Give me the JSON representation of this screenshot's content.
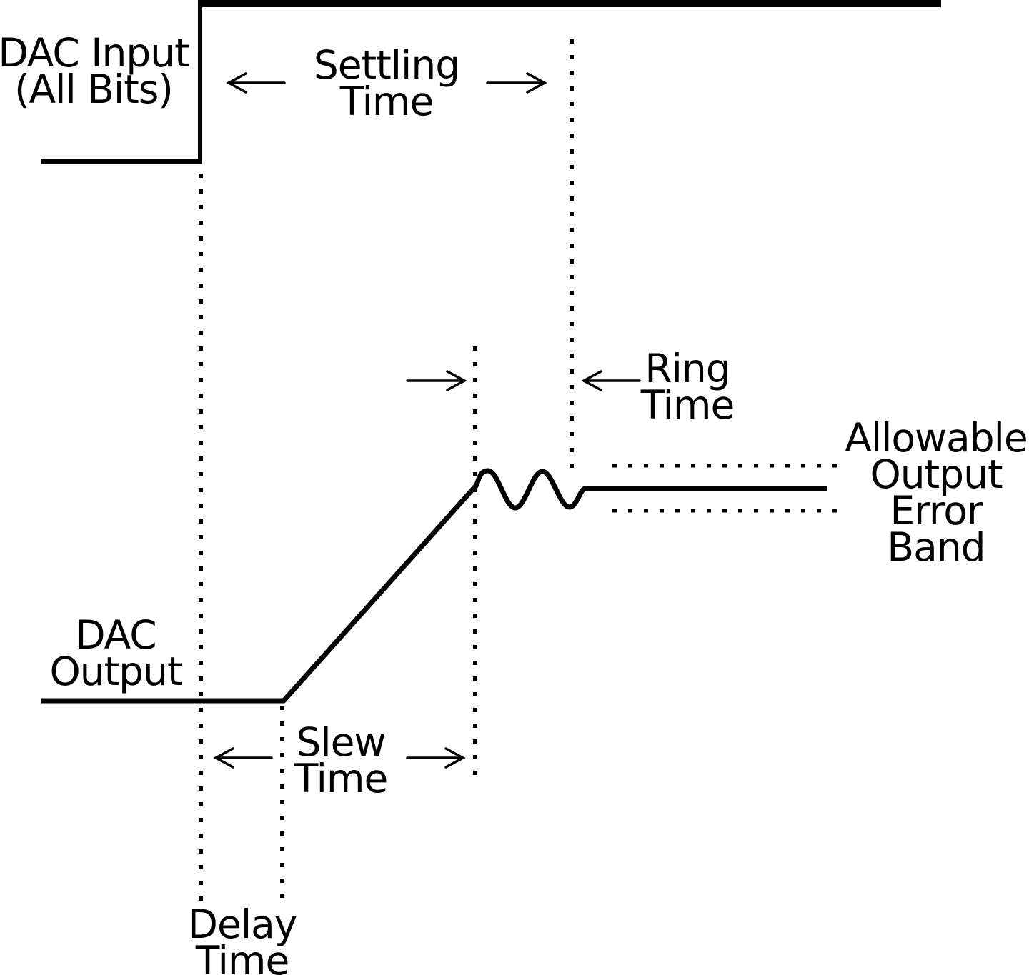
{
  "labels": {
    "dac_input": [
      "DAC Input",
      "(All Bits)"
    ],
    "settling": [
      "Settling",
      "Time"
    ],
    "ring": [
      "Ring",
      "Time"
    ],
    "error_band": [
      "Allowable",
      "Output",
      "Error",
      "Band"
    ],
    "dac_output": [
      "DAC",
      "Output"
    ],
    "slew": [
      "Slew",
      "Time"
    ],
    "delay": [
      "Delay",
      "Time"
    ]
  },
  "colors": {
    "ink": "#000000",
    "background": "#ffffff"
  }
}
